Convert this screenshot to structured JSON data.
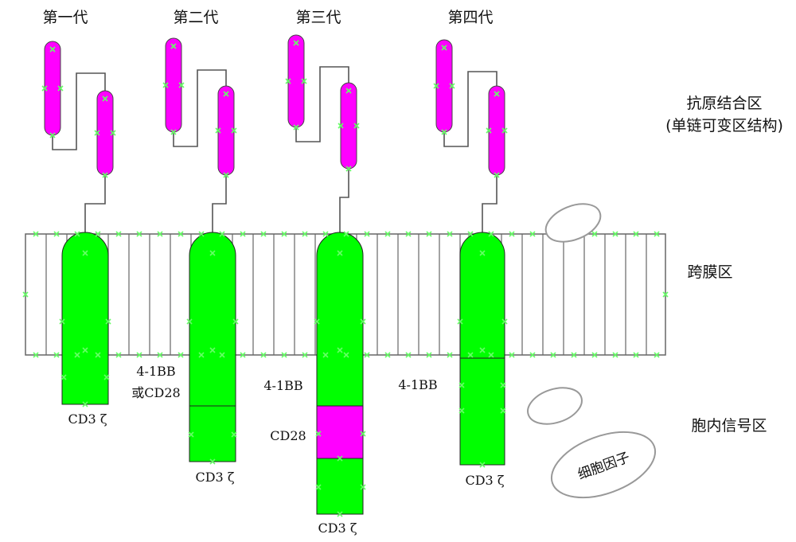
{
  "colors": {
    "scfv": "#ff00ff",
    "transmembrane": "#00ff00",
    "costim_cd28": "#ff00ff",
    "outline": "#555555",
    "marker": "#66ff66",
    "cell": "#999999"
  },
  "generations": [
    {
      "title": "第一代",
      "domains": [
        {
          "label": "CD3 ζ"
        }
      ]
    },
    {
      "title": "第二代",
      "domains": [
        {
          "label": "4-1BB"
        },
        {
          "label": "或CD28"
        },
        {
          "label": "CD3 ζ"
        }
      ]
    },
    {
      "title": "第三代",
      "domains": [
        {
          "label": "4-1BB"
        },
        {
          "label": "CD28"
        },
        {
          "label": "CD3 ζ"
        }
      ]
    },
    {
      "title": "第四代",
      "domains": [
        {
          "label": "4-1BB"
        },
        {
          "label": "CD3 ζ"
        }
      ]
    }
  ],
  "regions": {
    "antigen_line1": "抗原结合区",
    "antigen_line2": "(单链可变区结构)",
    "transmembrane": "跨膜区",
    "intracellular": "胞内信号区"
  },
  "cytokine_label": "细胞因子"
}
